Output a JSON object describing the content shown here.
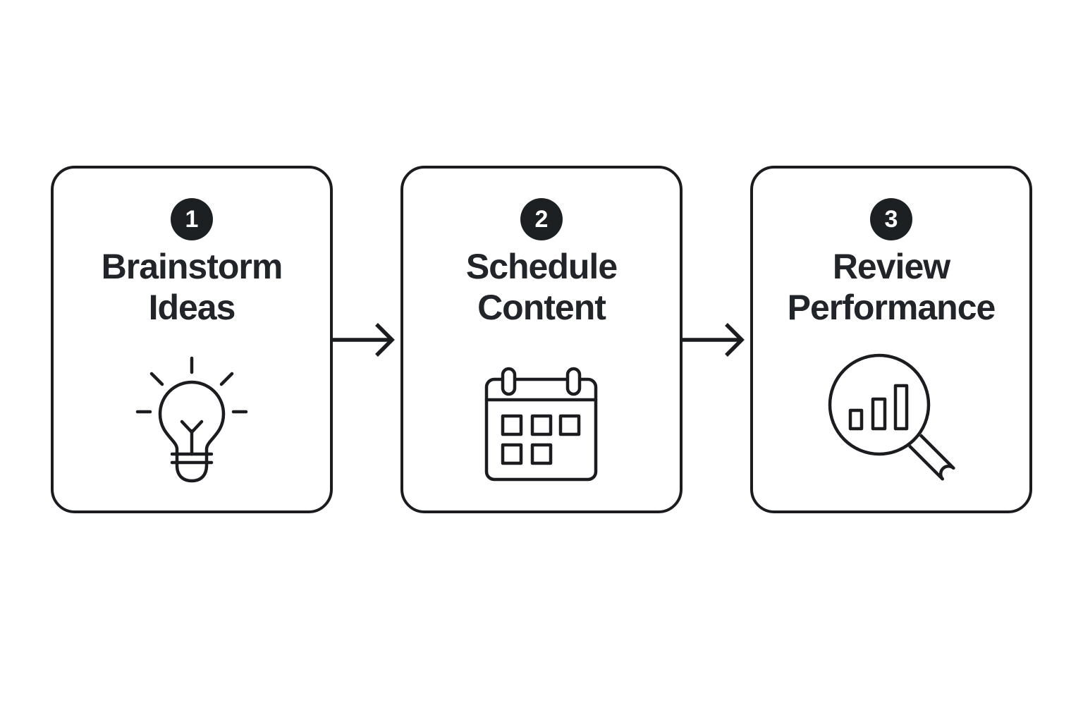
{
  "diagram": {
    "type": "process-flow",
    "background_color": "#ffffff",
    "stroke_color": "#1a1c1f",
    "text_color": "#212529",
    "badge_color": "#1d2023",
    "badge_text_color": "#ffffff",
    "steps": [
      {
        "number": "1",
        "title": "Brainstorm Ideas",
        "title_lines": [
          "Brainstorm",
          "Ideas"
        ],
        "icon": "lightbulb-icon"
      },
      {
        "number": "2",
        "title": "Schedule Content",
        "title_lines": [
          "Schedule",
          "Content"
        ],
        "icon": "calendar-icon"
      },
      {
        "number": "3",
        "title": "Review Performance",
        "title_lines": [
          "Review",
          "Performance"
        ],
        "icon": "magnifier-bar-chart-icon"
      }
    ],
    "connectors": [
      {
        "from_step": "1",
        "to_step": "2",
        "shape": "right-arrow"
      },
      {
        "from_step": "2",
        "to_step": "3",
        "shape": "right-arrow"
      }
    ]
  }
}
